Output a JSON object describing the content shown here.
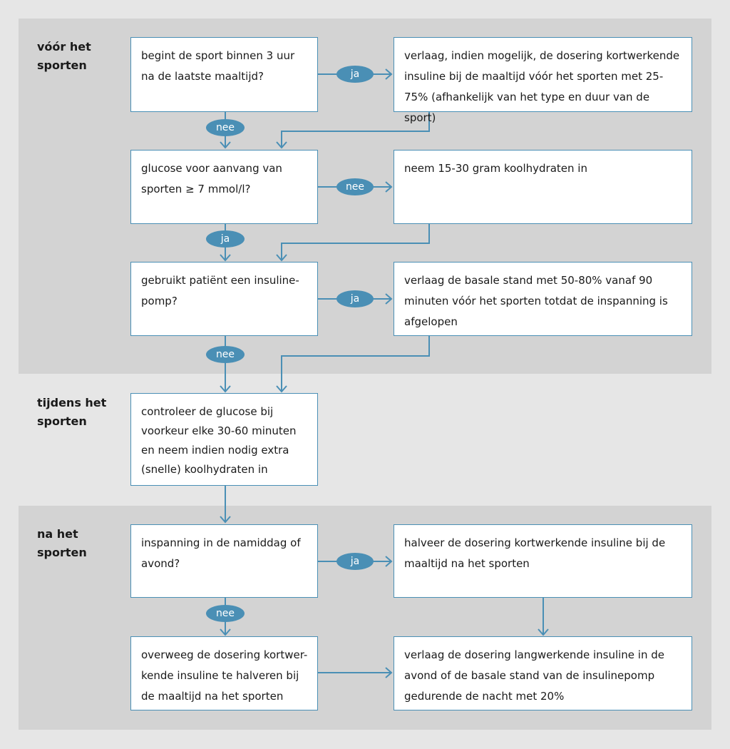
{
  "sections": {
    "before": "vóór het sporten",
    "during": "tijdens het sporten",
    "after": "na het sporten"
  },
  "boxes": {
    "q1": "begint de sport binnen 3 uur na de laatste maaltijd?",
    "a1": "verlaag, indien mogelijk, de dosering kortwerkende insuline bij de maaltijd vóór het sporten met 25-75% (afhankelijk van het type en duur van de sport)",
    "q2": "glucose voor aanvang van sporten ≥ 7 mmol/l?",
    "a2": "neem 15-30 gram koolhydraten in",
    "q3": "gebruikt patiënt een insuline-pomp?",
    "a3": "verlaag de basale stand met 50-80% vanaf 90 minuten vóór het sporten totdat de inspanning is afgelopen",
    "during": "controleer de glucose bij voorkeur elke 30-60 minuten en neem indien nodig extra (snelle) koolhydraten in",
    "q4": "inspanning in de namiddag of avond?",
    "a4": "halveer de dosering kortwerkende insuline bij de maaltijd na het sporten",
    "q5": "overweeg de dosering kortwer-kende insuline te halveren bij de maaltijd na het sporten",
    "a5": "verlaag de dosering langwerkende insuline in de avond of de basale stand van de insulinepomp gedurende de nacht met 20%"
  },
  "pills": {
    "q1_yes": "ja",
    "q1_no": "nee",
    "q2_no": "nee",
    "q2_yes": "ja",
    "q3_yes": "ja",
    "q3_no": "nee",
    "q4_yes": "ja",
    "q4_no": "nee"
  },
  "colors": {
    "background": "#e6e6e6",
    "band": "#d3d3d3",
    "accent": "#4a8fb5",
    "box": "#ffffff"
  }
}
